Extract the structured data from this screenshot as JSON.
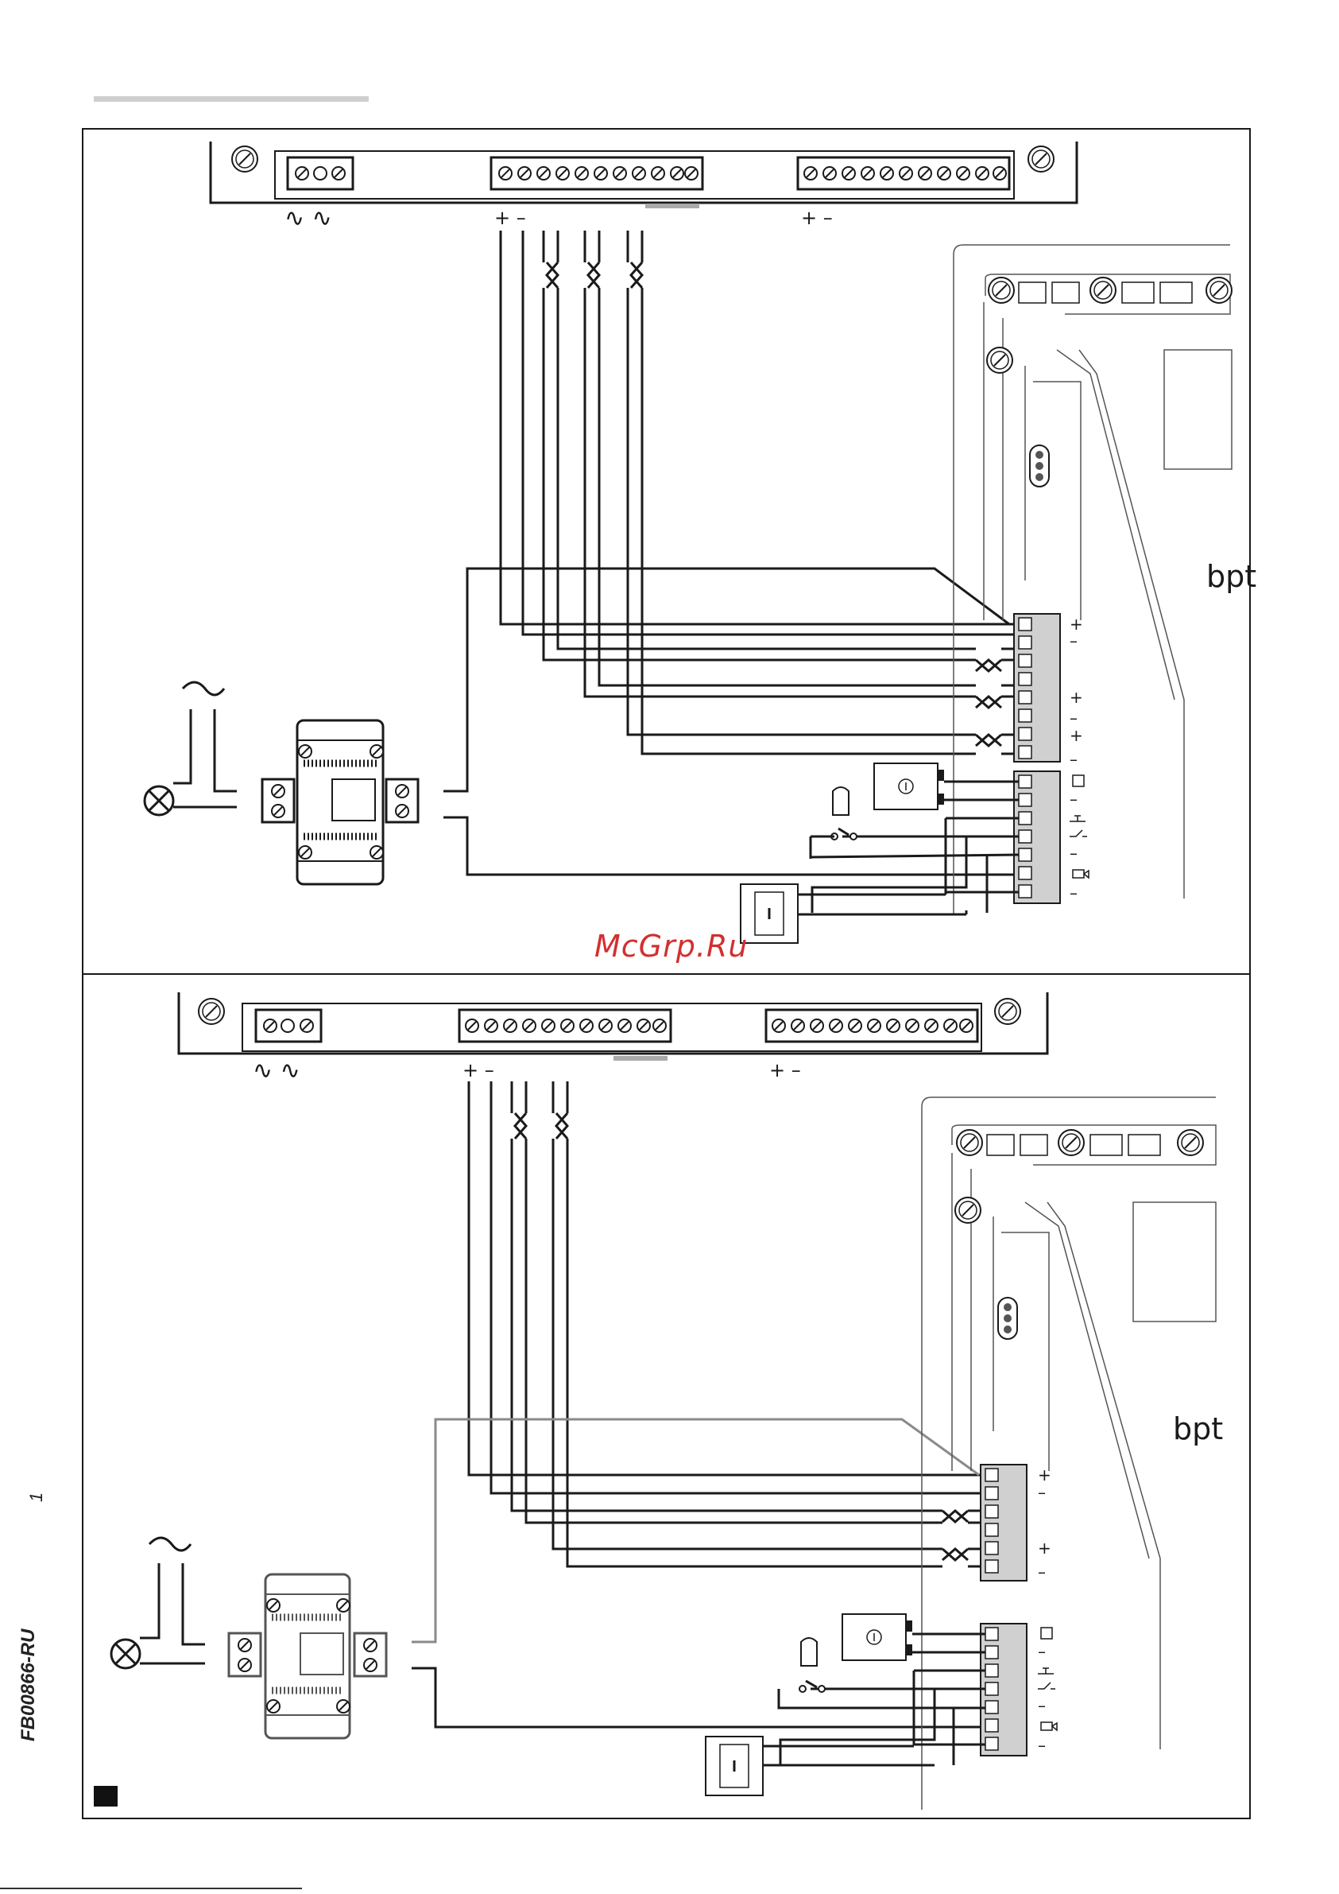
{
  "watermark": {
    "text": "McGrp.Ru"
  },
  "document": {
    "code": "FB00866-RU",
    "page_number": "1"
  },
  "terminal_symbols": {
    "ac_pair": "∿ ∿",
    "plus_minus": "+ –",
    "plus": "+",
    "minus": "–"
  },
  "brand_mark": "bpt",
  "colors": {
    "line": "#1a1a1a",
    "grey_wire": "#8a8a8a",
    "terminal_fill": "#d0d0d0",
    "watermark": "#d32f2f"
  }
}
